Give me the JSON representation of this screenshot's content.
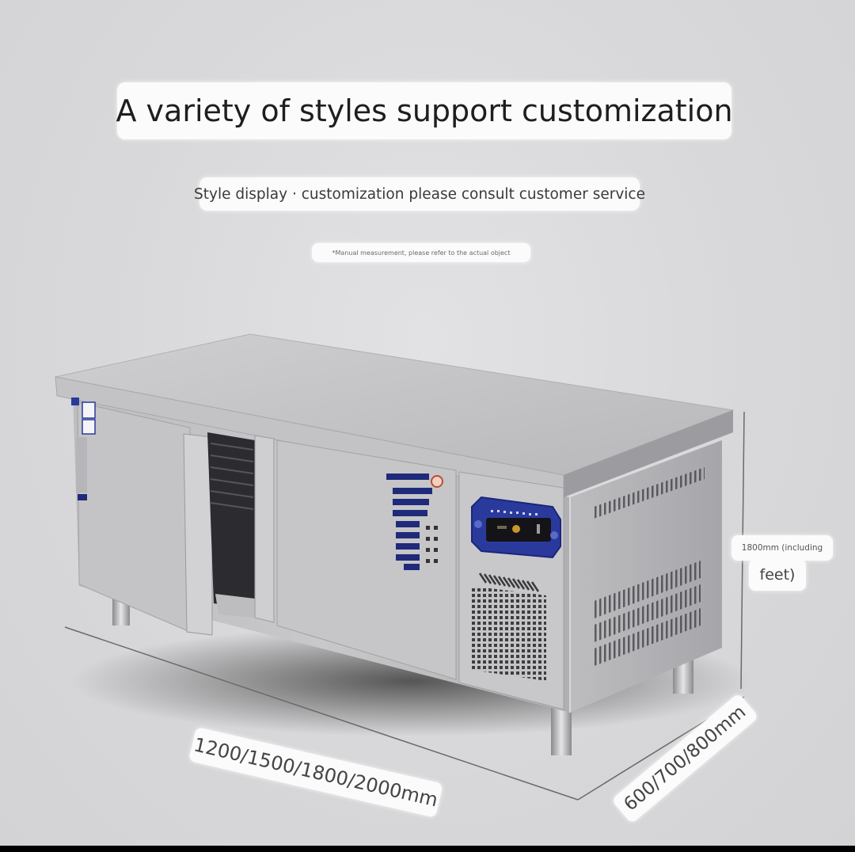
{
  "banner": {
    "headline": "A variety of styles support customization",
    "subline": "Style display · customization please consult customer service",
    "note": "*Manual measurement, please refer to the actual object"
  },
  "dimensions": {
    "width_label": "1200/1500/1800/2000mm",
    "depth_label": "600/700/800mm",
    "height_label_line1": "1800mm (including",
    "height_label_line2": "feet)"
  },
  "product": {
    "type": "stainless steel undercounter refrigerator workbench",
    "doors": 2,
    "door_state": [
      "open",
      "closed"
    ],
    "control_panel_icon": "digital-thermostat-display",
    "colors": {
      "steel_light": "#c9c9cb",
      "steel_mid": "#a9a9ad",
      "steel_dark": "#7d7d82",
      "panel_blue": "#2a3a9c",
      "label_navy": "#1f2a7a",
      "background": "#d9d9db"
    }
  }
}
